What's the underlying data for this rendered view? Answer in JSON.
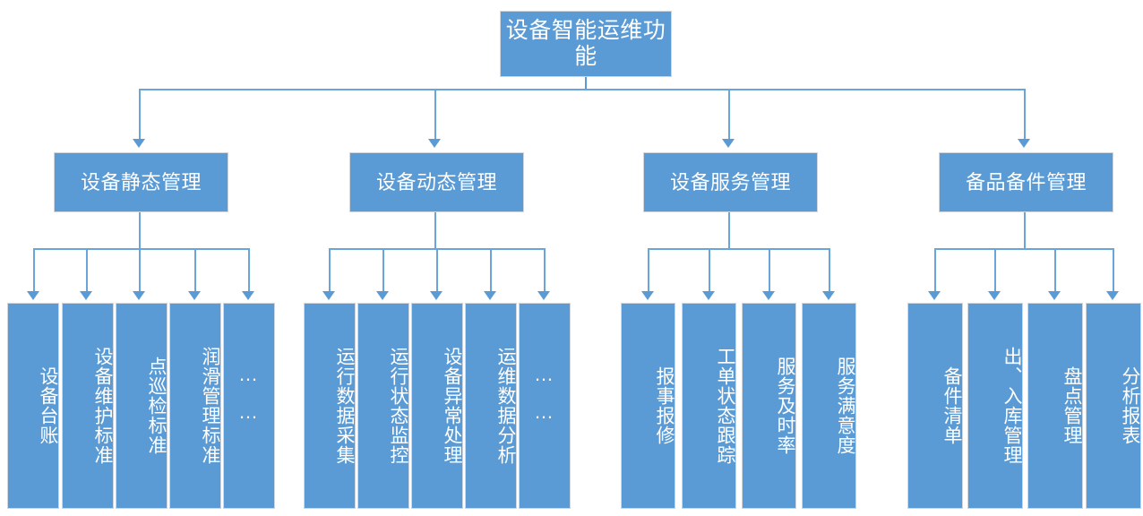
{
  "diagram": {
    "type": "hierarchy-tree",
    "accent_color": "#5B9BD5",
    "border_color": "#cfd6dd",
    "text_color": "#ffffff",
    "root": {
      "label": "设备智能运维功能"
    },
    "branches": [
      {
        "label": "设备静态管理",
        "children": [
          {
            "label": "设备台账"
          },
          {
            "label": "设备维护标准"
          },
          {
            "label": "点巡检标准"
          },
          {
            "label": "润滑管理标准"
          },
          {
            "label": "……",
            "line1": "…",
            "line2": "…",
            "is_ellipsis": true
          }
        ]
      },
      {
        "label": "设备动态管理",
        "children": [
          {
            "label": "运行数据采集"
          },
          {
            "label": "运行状态监控"
          },
          {
            "label": "设备异常处理"
          },
          {
            "label": "运维数据分析"
          },
          {
            "label": "……",
            "line1": "…",
            "line2": "…",
            "is_ellipsis": true
          }
        ]
      },
      {
        "label": "设备服务管理",
        "children": [
          {
            "label": "报事报修"
          },
          {
            "label": "工单状态跟踪"
          },
          {
            "label": "服务及时率"
          },
          {
            "label": "服务满意度"
          }
        ]
      },
      {
        "label": "备品备件管理",
        "children": [
          {
            "label": "备件清单"
          },
          {
            "label": "出、入库管理"
          },
          {
            "label": "盘点管理"
          },
          {
            "label": "分析报表"
          }
        ]
      }
    ]
  }
}
